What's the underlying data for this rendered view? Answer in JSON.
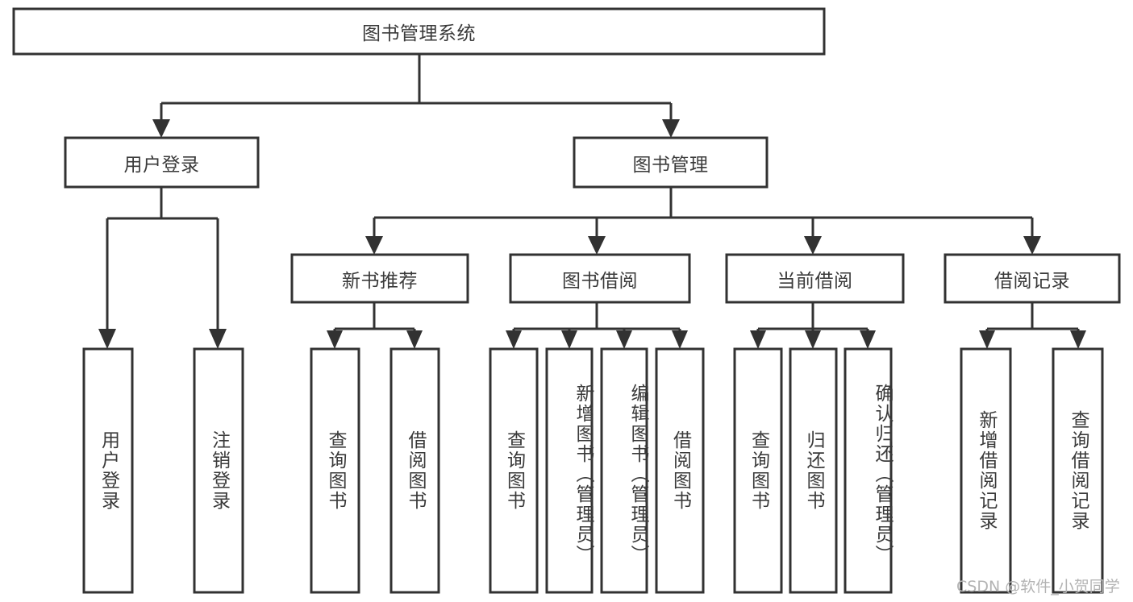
{
  "diagram": {
    "type": "tree-hierarchy",
    "title": "图书管理系统",
    "watermark": "CSDN @软件_小贺同学",
    "colors": {
      "box_stroke": "#323232",
      "box_fill": "#ffffff",
      "text": "#3a3a3a",
      "connector": "#323232",
      "watermark": "#b4b4b4",
      "background": "#ffffff"
    },
    "nodes": {
      "root": {
        "label": "图书管理系统",
        "level": 1,
        "orientation": "horizontal"
      },
      "level2": [
        {
          "id": "user-login",
          "label": "用户登录",
          "orientation": "horizontal"
        },
        {
          "id": "book-management",
          "label": "图书管理",
          "orientation": "horizontal"
        }
      ],
      "level3": [
        {
          "id": "new-book-recommend",
          "label": "新书推荐",
          "orientation": "horizontal"
        },
        {
          "id": "book-borrow",
          "label": "图书借阅",
          "orientation": "horizontal"
        },
        {
          "id": "current-borrow",
          "label": "当前借阅",
          "orientation": "horizontal"
        },
        {
          "id": "borrow-record",
          "label": "借阅记录",
          "orientation": "horizontal"
        }
      ],
      "leaves": [
        {
          "id": "leaf-user-login",
          "label": "用户登录",
          "parent": "user-login",
          "orientation": "vertical"
        },
        {
          "id": "leaf-logout-login",
          "label": "注销登录",
          "parent": "user-login",
          "orientation": "vertical"
        },
        {
          "id": "leaf-query-book-1",
          "label": "查询图书",
          "parent": "new-book-recommend",
          "orientation": "vertical"
        },
        {
          "id": "leaf-borrow-book-1",
          "label": "借阅图书",
          "parent": "new-book-recommend",
          "orientation": "vertical"
        },
        {
          "id": "leaf-query-book-2",
          "label": "查询图书",
          "parent": "book-borrow",
          "orientation": "vertical"
        },
        {
          "id": "leaf-add-book",
          "label": "新增图书（管理员）",
          "parent": "book-borrow",
          "orientation": "vertical"
        },
        {
          "id": "leaf-edit-book",
          "label": "编辑图书（管理员）",
          "parent": "book-borrow",
          "orientation": "vertical"
        },
        {
          "id": "leaf-borrow-book-2",
          "label": "借阅图书",
          "parent": "book-borrow",
          "orientation": "vertical"
        },
        {
          "id": "leaf-query-book-3",
          "label": "查询图书",
          "parent": "current-borrow",
          "orientation": "vertical"
        },
        {
          "id": "leaf-return-book",
          "label": "归还图书",
          "parent": "current-borrow",
          "orientation": "vertical"
        },
        {
          "id": "leaf-confirm-return",
          "label": "确认归还（管理员）",
          "parent": "current-borrow",
          "orientation": "vertical"
        },
        {
          "id": "leaf-add-record",
          "label": "新增借阅记录",
          "parent": "borrow-record",
          "orientation": "vertical"
        },
        {
          "id": "leaf-query-record",
          "label": "查询借阅记录",
          "parent": "borrow-record",
          "orientation": "vertical"
        }
      ]
    }
  }
}
